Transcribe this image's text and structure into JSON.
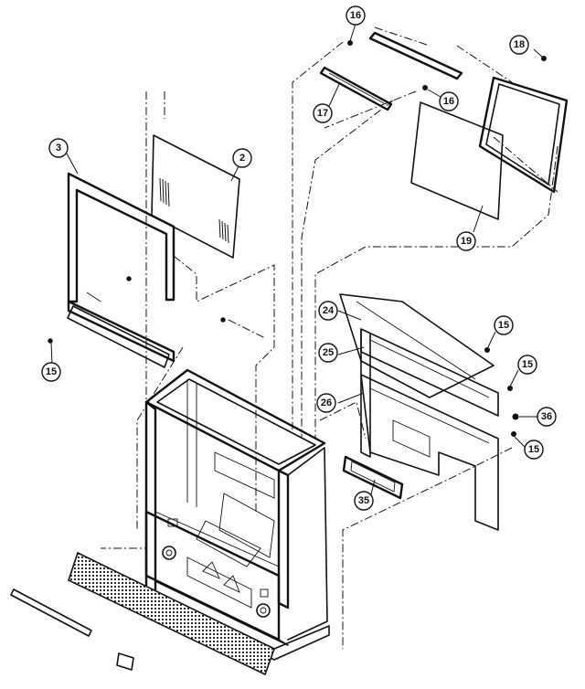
{
  "diagram": {
    "callouts": [
      {
        "id": "c16a",
        "label": "16"
      },
      {
        "id": "c17",
        "label": "17"
      },
      {
        "id": "c16b",
        "label": "16"
      },
      {
        "id": "c18",
        "label": "18"
      },
      {
        "id": "c19",
        "label": "19"
      },
      {
        "id": "c3",
        "label": "3"
      },
      {
        "id": "c2",
        "label": "2"
      },
      {
        "id": "c15a",
        "label": "15"
      },
      {
        "id": "c24",
        "label": "24"
      },
      {
        "id": "c15b",
        "label": "15"
      },
      {
        "id": "c25",
        "label": "25"
      },
      {
        "id": "c15c",
        "label": "15"
      },
      {
        "id": "c26",
        "label": "26"
      },
      {
        "id": "c36",
        "label": "36"
      },
      {
        "id": "c15d",
        "label": "15"
      },
      {
        "id": "c35",
        "label": "35"
      }
    ]
  }
}
